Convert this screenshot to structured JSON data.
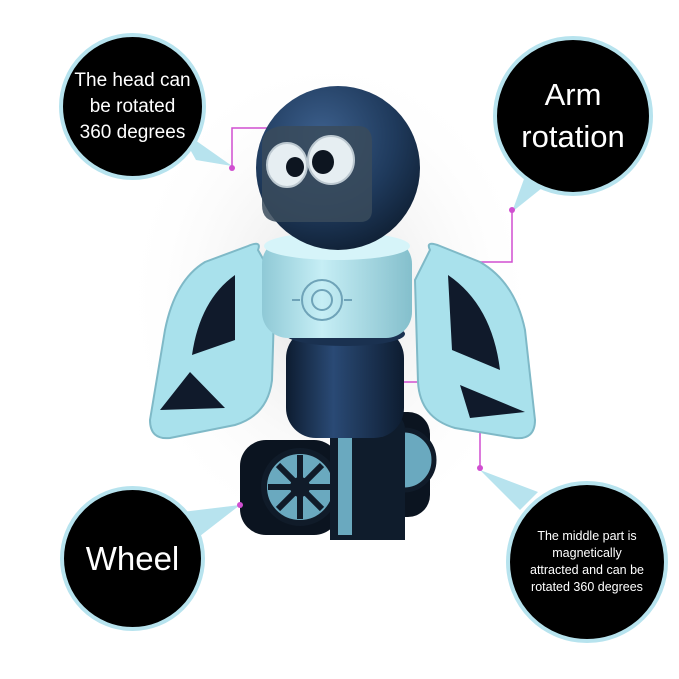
{
  "image": {
    "subject": "robot-toy",
    "accent_color": "#b7e3ee",
    "dark_color": "#1f3a5c",
    "line_color": "#d04fd0"
  },
  "callouts": {
    "head": "The head can be rotated 360 degrees",
    "arm": "Arm rotation",
    "wheel": "Wheel",
    "middle": "The middle part is magnetically attracted and can be rotated 360 degrees"
  }
}
